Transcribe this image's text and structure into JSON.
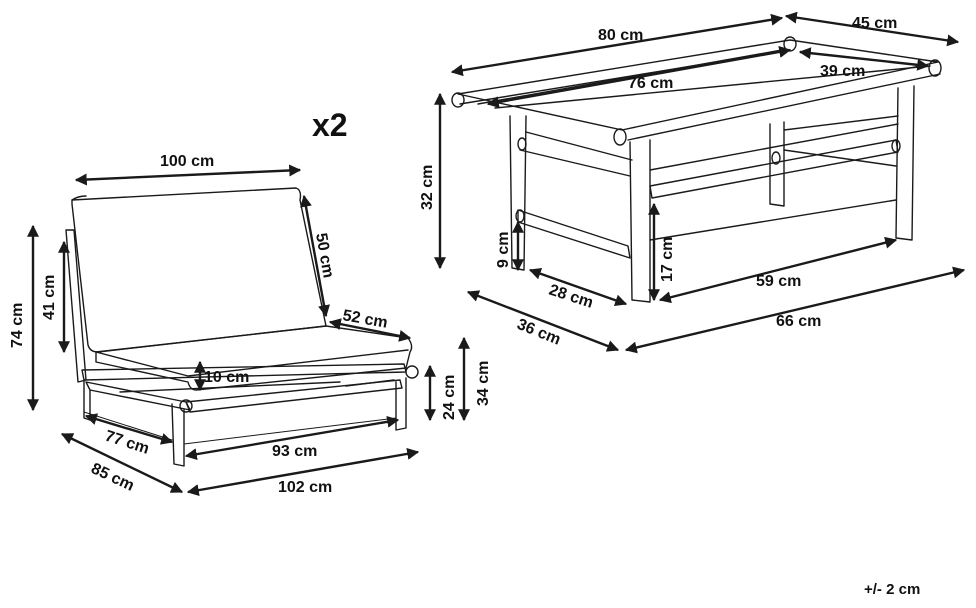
{
  "quantity_label": "x2",
  "tolerance_label": "+/- 2 cm",
  "chair": {
    "width_top": "100 cm",
    "backrest_height": "50 cm",
    "seat_depth_top": "52 cm",
    "total_height": "74 cm",
    "back_frame_height": "41 cm",
    "cushion_thickness": "10 cm",
    "seat_height": "34 cm",
    "frame_height": "24 cm",
    "inner_depth": "77 cm",
    "outer_depth": "85 cm",
    "inner_width": "93 cm",
    "outer_width": "102 cm"
  },
  "table": {
    "top_length": "80 cm",
    "top_width": "45 cm",
    "inner_length": "76 cm",
    "inner_width": "39 cm",
    "height": "32 cm",
    "lower_bar_height": "9 cm",
    "shelf_height": "17 cm",
    "shelf_depth": "28 cm",
    "shelf_length": "59 cm",
    "base_depth": "36 cm",
    "base_length": "66 cm"
  }
}
